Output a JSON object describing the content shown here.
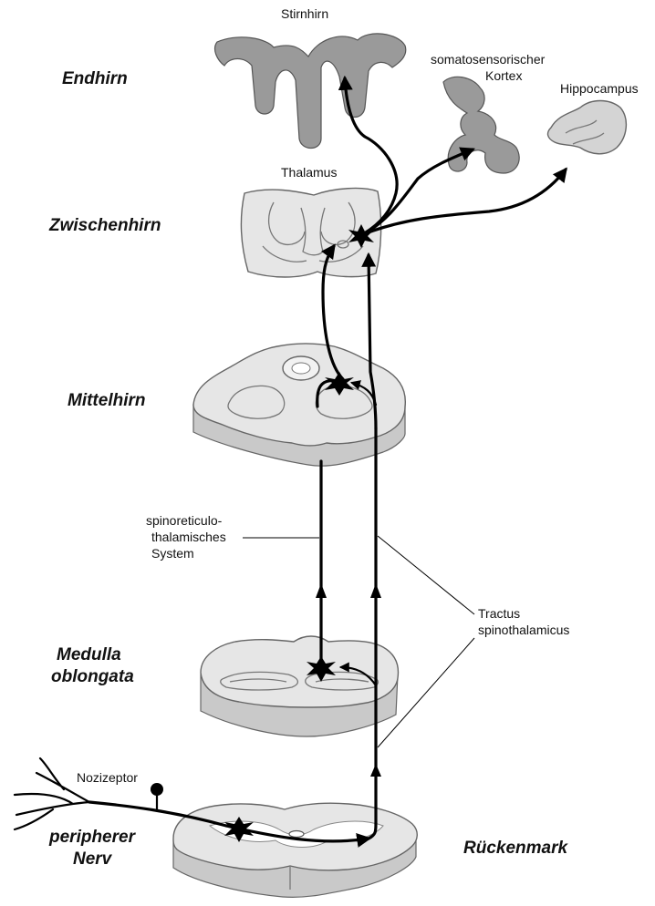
{
  "regions": {
    "endhirn": "Endhirn",
    "zwischenhirn": "Zwischenhirn",
    "mittelhirn": "Mittelhirn",
    "medulla_1": "Medulla",
    "medulla_2": "oblongata",
    "peripherer_1": "peripherer",
    "peripherer_2": "Nerv",
    "rueckenmark": "Rückenmark"
  },
  "labels": {
    "stirnhirn": "Stirnhirn",
    "somato_1": "somatosensorischer",
    "somato_2": "Kortex",
    "hippocampus": "Hippocampus",
    "thalamus": "Thalamus",
    "spino_1": "spinoreticulo-",
    "spino_2": "thalamisches",
    "spino_3": "System",
    "tractus_1": "Tractus",
    "tractus_2": "spinothalamicus",
    "nozizeptor": "Nozizeptor"
  },
  "colors": {
    "tissue": "#e6e6e6",
    "cortex": "#9a9a9a",
    "pathway": "#000000"
  }
}
